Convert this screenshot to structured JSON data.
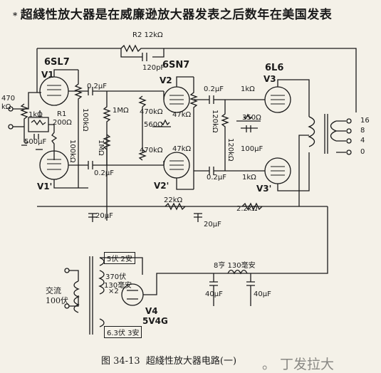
{
  "heading": {
    "mark": "*",
    "text": "超綫性放大器是在威廉逊放大器发表之后数年在美国发表"
  },
  "caption": {
    "figure": "图 34-13",
    "title": "超綫性放大器电路(一)",
    "trailing": "。 丁发拉大"
  },
  "tubes": {
    "v1": {
      "type": "6SL7",
      "name": "V1"
    },
    "v1p": {
      "name": "V1'"
    },
    "v2": {
      "type": "6SN7",
      "name": "V2"
    },
    "v2p": {
      "name": "V2'"
    },
    "v3": {
      "type": "6L6",
      "name": "V3"
    },
    "v3p": {
      "name": "V3'"
    },
    "v4": {
      "type": "5V4G",
      "name": "V4"
    }
  },
  "components": {
    "r2": "R2 12kΩ",
    "c_fb": "120pF",
    "r_in": "470 kΩ",
    "r_1k": "1kΩ",
    "r1_name": "R1",
    "r1_val": "200Ω",
    "c_500": "500μF",
    "c_02a": "0.2μF",
    "r_100k_a": "100kΩ",
    "r_1m_a": "1MΩ",
    "r_470k_a": "470kΩ",
    "r_560": "560Ω",
    "r_470k_b": "470kΩ",
    "r_47k_a": "47kΩ",
    "r_47k_b": "47kΩ",
    "c_02b": "0.2μF",
    "r_1k_b": "1kΩ",
    "r_120k_a": "120kΩ",
    "r_350": "350Ω",
    "c_100": "100μF",
    "r_120k_b": "120kΩ",
    "c_02c": "0.2μF",
    "r_1k_c": "1kΩ",
    "r_100k_b": "100kΩ",
    "r_1m_b": "1MΩ",
    "c_02d": "0.2μF",
    "c_20a": "20μF",
    "r_22k": "22kΩ",
    "c_20b": "20μF",
    "r_22k_b": "2.2kΩ",
    "choke": "8亨 130毫安",
    "c_40a": "40μF",
    "c_40b": "40μF"
  },
  "power": {
    "ac_label": "交流",
    "ac_volt": "100伏",
    "w_5v": "5伏 2安",
    "w_370": "370伏",
    "w_130": "130毫安",
    "w_x2": "×2",
    "w_63": "6.3伏 3安"
  },
  "taps": [
    "16",
    "8",
    "4",
    "0"
  ]
}
